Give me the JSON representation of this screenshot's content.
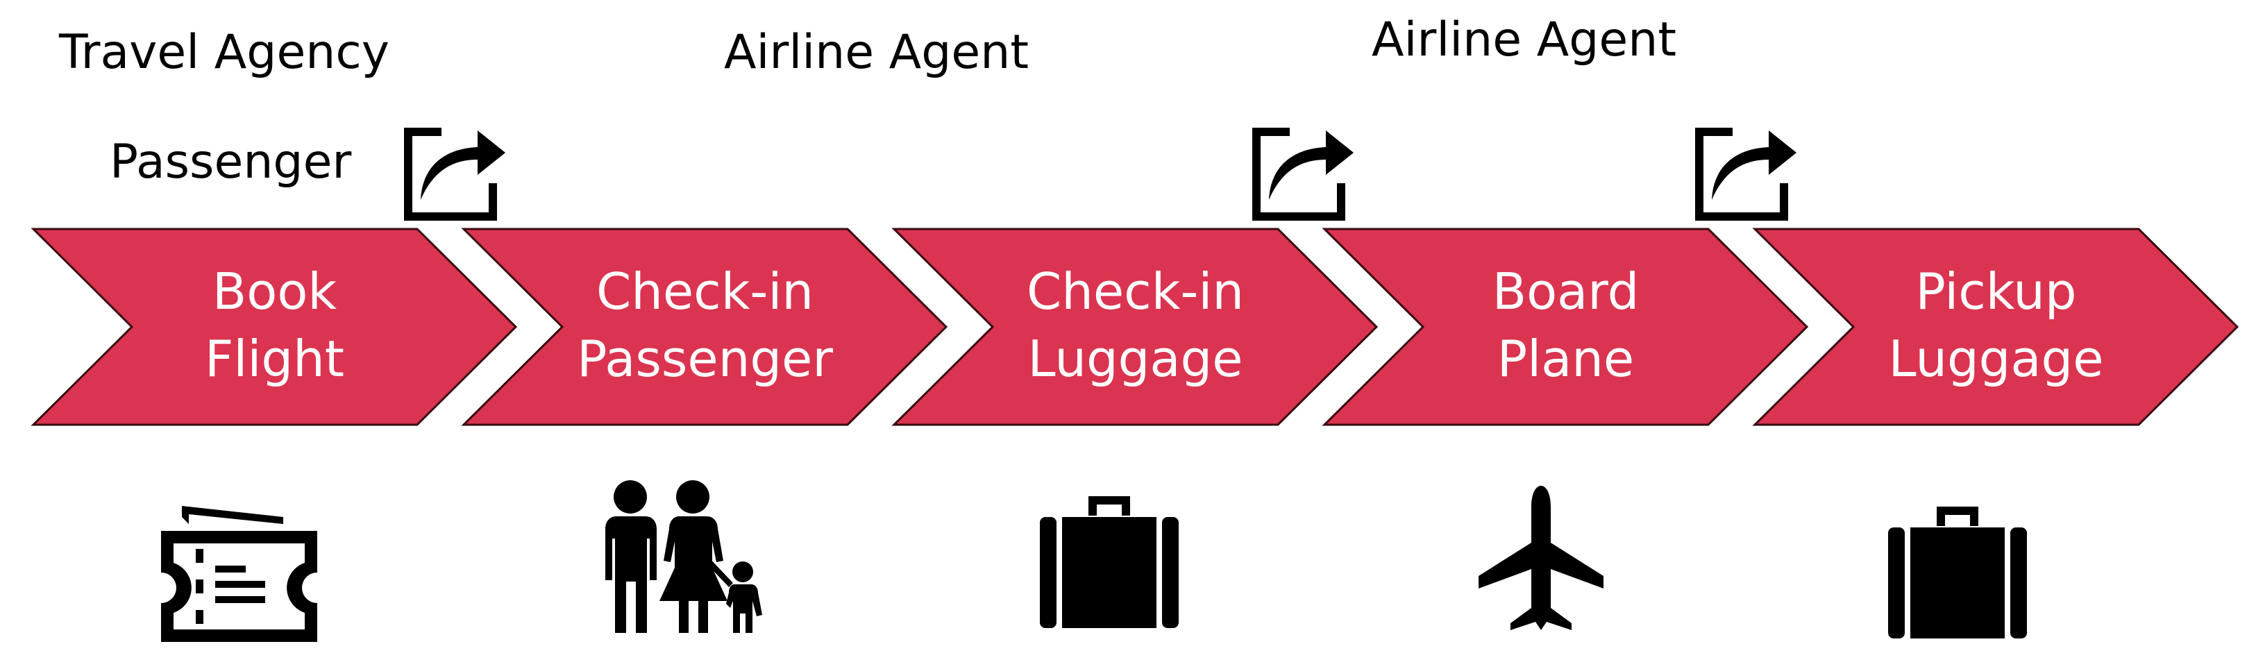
{
  "roles": {
    "travel_agency": "Travel Agency",
    "passenger": "Passenger",
    "airline_agent_1": "Airline Agent",
    "airline_agent_2": "Airline Agent"
  },
  "steps": [
    {
      "line1": "Book",
      "line2": "Flight",
      "icon": "ticket-icon"
    },
    {
      "line1": "Check-in",
      "line2": "Passenger",
      "icon": "family-icon"
    },
    {
      "line1": "Check-in",
      "line2": "Luggage",
      "icon": "suitcase-icon"
    },
    {
      "line1": "Board",
      "line2": "Plane",
      "icon": "airplane-icon"
    },
    {
      "line1": "Pickup",
      "line2": "Luggage",
      "icon": "suitcase-icon"
    }
  ],
  "handoff_icons": [
    "share-icon",
    "share-icon",
    "share-icon"
  ],
  "colors": {
    "chevron_fill": "#DB3450",
    "chevron_stroke": "#3a0a12",
    "icon": "#000000"
  }
}
